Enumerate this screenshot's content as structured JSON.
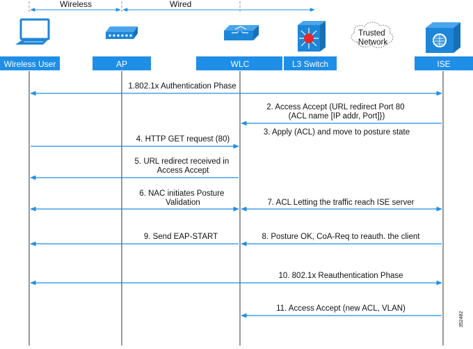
{
  "zones": {
    "wireless": "Wireless",
    "wired": "Wired"
  },
  "cloud_label": "Trusted\nNetwork",
  "actors": [
    {
      "id": "wireless-user",
      "label": "Wireless User",
      "icon": "laptop-icon"
    },
    {
      "id": "ap",
      "label": "AP",
      "icon": "access-point-icon"
    },
    {
      "id": "wlc",
      "label": "WLC",
      "icon": "wireless-controller-icon"
    },
    {
      "id": "l3-switch",
      "label": "L3 Switch",
      "icon": "layer3-switch-icon"
    },
    {
      "id": "ise",
      "label": "ISE",
      "icon": "ise-server-icon"
    }
  ],
  "messages": [
    {
      "text": "1.802.1x Authentication Phase",
      "from": "wireless-user",
      "to": "ise",
      "dir": "both"
    },
    {
      "text": "2. Access Accept (URL redirect Port 80\n(ACL name [IP addr, Port]})",
      "from": "ise",
      "to": "wlc",
      "dir": "left"
    },
    {
      "text": "3. Apply (ACL) and move to posture state",
      "from": "wlc",
      "to": "wlc",
      "dir": "none"
    },
    {
      "text": "4. HTTP GET request (80)",
      "from": "wireless-user",
      "to": "wlc",
      "dir": "right"
    },
    {
      "text": "5. URL redirect received in\nAccess Accept",
      "from": "wlc",
      "to": "wireless-user",
      "dir": "left"
    },
    {
      "text": "6. NAC initiates Posture\nValidation",
      "from": "wireless-user",
      "to": "wlc",
      "dir": "both"
    },
    {
      "text": "7. ACL Letting the traffic reach ISE server",
      "from": "wlc",
      "to": "ise",
      "dir": "both"
    },
    {
      "text": "9. Send EAP-START",
      "from": "wlc",
      "to": "wireless-user",
      "dir": "left"
    },
    {
      "text": "8. Posture OK, CoA-Req to reauth. the client",
      "from": "ise",
      "to": "wlc",
      "dir": "left"
    },
    {
      "text": "10. 802.1x Reauthentication Phase",
      "from": "wireless-user",
      "to": "ise",
      "dir": "both"
    },
    {
      "text": "11. Access Accept (new ACL, VLAN)",
      "from": "ise",
      "to": "wlc",
      "dir": "left"
    }
  ],
  "figure_id": "352482",
  "colors": {
    "header_bar": "#1f8ee6",
    "lines": "#1f8ee6",
    "icon_fill": "#1e86d8",
    "switch_star": "#e8272a"
  }
}
